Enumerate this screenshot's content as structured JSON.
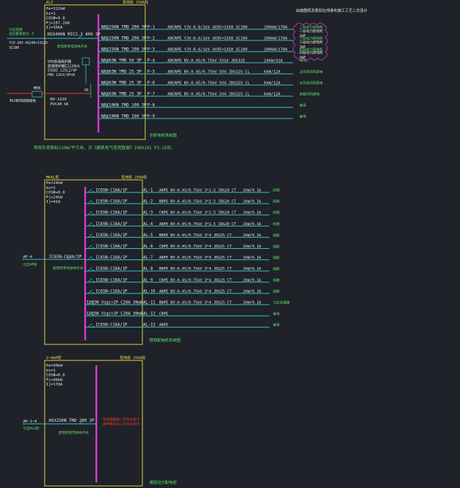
{
  "colors": {
    "background": "#1f2228",
    "frame": "#e6d84a",
    "line": "#33c6d6",
    "bus": "#e23ad2",
    "text_white": "#e8e8e8",
    "text_green": "#5be06a",
    "text_red": "#ff3a2a",
    "cloud": "#e23ad2"
  },
  "title_right": "由施图纸及家权在排录布施工工艺二次设计",
  "panel1": {
    "tag": "ALZ",
    "header_right": "配电柜 250A配",
    "params": [
      "Pe=312kW",
      "kx=1",
      "COSΦ=0.8",
      "Pj=187.2kW",
      "Ij=356A"
    ],
    "incoming_note": [
      "引自变配",
      "低压配电柜1L-3"
    ],
    "incoming_cable": [
      "YJV-1KV-4X240+1X120",
      "SC100"
    ],
    "main_breaker": "NSX400N MIC2.3 400 3P",
    "main_note": "配电柜受电进线开关",
    "spd": [
      "SPD浪涌保护器",
      "浪涌保护器I1120kA",
      "ISGBI 125L2/4P",
      "PRU 12kV/3P+N"
    ],
    "meb": "MEB",
    "grounding": "Φ12镀锌圆钢接地",
    "pe_cable": [
      "BV-1X35",
      "PVC40 WC"
    ],
    "pe_label": "PE",
    "branches": [
      {
        "breaker": "NSX250N TMD 200 3P",
        "circuit": "P-1",
        "cable": "ABCNPE YJV-0.6/1kV 4X95+1X50 SC100",
        "load": "100kW/170A",
        "note": "二层动力配电柜"
      },
      {
        "breaker": "NSX250N TMD 200 3P",
        "circuit": "P-2",
        "cable": "ABCNPE YJV-0.6/1kV 4X95+1X50 SC100",
        "load": "100kW/170A",
        "note": "三层动力配电柜"
      },
      {
        "breaker": "NSX250N TMD 200 3P",
        "circuit": "P-3",
        "cable": "ABCNPE YJV-0.6/1kV 4X95+1X50 SC100",
        "load": "100kW/170A",
        "note": "四层动力配电柜"
      },
      {
        "breaker": "NSX63N TMD 50 3P",
        "circuit": "P-4",
        "cable": "ABCNPE BV-0.45/0.75kV 5X16 JDG32E",
        "load": "24kW/41A",
        "note": "MKAL"
      },
      {
        "breaker": "NSX63N TMD 25 3P",
        "circuit": "P-5",
        "cable": "ABCNPE BV-0.45/0.75kV 5X4 JDG32S CL",
        "load": "6kW/12A",
        "note": "正压送风机配电"
      },
      {
        "breaker": "NSX63N TMD 25 3P",
        "circuit": "P-6",
        "cable": "ABCNPE BV-0.45/0.75kV 5X4 JDG32S CL",
        "load": "6kW/12A",
        "note": "正压送风机配电"
      },
      {
        "breaker": "NSX63N TMD 25 3P",
        "circuit": "P-7",
        "cable": "ABCNPE BV-0.45/0.75kV 5X4 JDG32S CL",
        "load": "6kW/12A",
        "note": "排烟风机配电"
      },
      {
        "breaker": "NSX100N TMD 100 3P",
        "circuit": "P-8",
        "cable": "",
        "load": "",
        "note": "备用"
      },
      {
        "breaker": "NSX100N TMD 100 3P",
        "circuit": "P-9",
        "cable": "",
        "load": "",
        "note": "备用"
      }
    ],
    "cloud_labels": [
      "二层动力配电柜",
      "2AP",
      "三层动力配电柜",
      "3AP",
      "四层动力配电柜",
      "4AP"
    ],
    "caption": "总配电柜系统图",
    "footnote": "用电负荷指标120W/平方米，详《建筑电气常用数据》19DX101 P3-19页。"
  },
  "panel2": {
    "tag": "MKAL柜",
    "header_right": "配电柜 250A配",
    "params": [
      "Pe=24kW",
      "kx=1",
      "COSΦ=0.8",
      "Pj=24kW",
      "Ij=41A"
    ],
    "incoming": "AP-4",
    "incoming_note": "引自AP柜",
    "main_breaker": "IC65N-C63A/3P",
    "main_note": "配电柜受电进线开关",
    "branches": [
      {
        "breaker": "IC65N-C16A/1P",
        "circuit": "AL-1",
        "cable": "ANPE BV-0.45/0.75kV 3*2.5 JDG20 CT",
        "load": "2kW/9.1A",
        "note": "照明"
      },
      {
        "breaker": "IC65N-C16A/1P",
        "circuit": "AL-2",
        "cable": "BNPE BV-0.45/0.75kV 3*2.5 JDG20 CT",
        "load": "2kW/9.1A",
        "note": "照明"
      },
      {
        "breaker": "IC65N-C16A/1P",
        "circuit": "AL-3",
        "cable": "CNPE BV-0.45/0.75kV 3*2.5 JDG20 CT",
        "load": "2kW/9.1A",
        "note": "照明"
      },
      {
        "breaker": "IC65N-C16A/1P",
        "circuit": "AL-4",
        "cable": "ANPE BV-0.45/0.75kV 3*2.5 JDG20 CT",
        "load": "2kW/9.1A",
        "note": "照明"
      },
      {
        "breaker": "IC65N-C16A/1P",
        "circuit": "AL-5",
        "cable": "BNPE BV-0.45/0.75kV 3*4 JDG25 CT",
        "load": "2kW/9.1A",
        "note": "插座"
      },
      {
        "breaker": "IC65N-C16A/1P",
        "circuit": "AL-6",
        "cable": "CNPE BV-0.45/0.75kV 3*4 JDG25 CT",
        "load": "2kW/9.1A",
        "note": "插座"
      },
      {
        "breaker": "IC65N-C16A/1P",
        "circuit": "AL-7",
        "cable": "ANPE BV-0.45/0.75kV 3*4 JDG25 CT",
        "load": "2kW/9.1A",
        "note": "插座"
      },
      {
        "breaker": "IC65N-C16A/1P",
        "circuit": "AL-8",
        "cable": "BNPE BV-0.45/0.75kV 3*4 JDG25 CT",
        "load": "2kW/9.1A",
        "note": "插座"
      },
      {
        "breaker": "IC65N-C16A/1P",
        "circuit": "AL-9",
        "cable": "CNPE BV-0.45/0.75kV 3*4 JDG25 CT",
        "load": "2kW/9.1A",
        "note": "插座"
      },
      {
        "breaker": "IC65N-C16A/1P",
        "circuit": "AL-10",
        "cable": "ANPE BV-0.45/0.75kV 3*4 JDG25 CT",
        "load": "2kW/9.1A",
        "note": "插座"
      },
      {
        "breaker": "IC65N Vigi+2P C20A 30mA",
        "circuit": "AL-11",
        "cable": "BNPE BV-0.45/0.75kV 3*4 JDG25 CT",
        "load": "2kW/9.1A",
        "note": "卫生间插座"
      },
      {
        "breaker": "IC65N Vigi+2P C20A 30mA",
        "circuit": "AL-12",
        "cable": "CNPE",
        "load": "",
        "note": "备用"
      },
      {
        "breaker": "IC65N-C16A/1P",
        "circuit": "AL-13",
        "cable": "ANPE",
        "load": "",
        "note": "备用"
      }
    ],
    "caption": "照明配电柜系统图"
  },
  "panel3": {
    "tag": "2~4AP柜",
    "header_right": "配电柜 250A配",
    "params": [
      "Pe=90kW",
      "kx=1",
      "COSΦ=0.8",
      "Pj=90kW",
      "Ij=170A"
    ],
    "incoming": "AP-1~4",
    "incoming_note": "引自ALZ柜",
    "main_breaker": "NSX250N TMD 200 3P",
    "main_note": "配电柜受电进线开关",
    "red_note": [
      "出线回路由二次深化设计",
      "具体做法由二次深化设计"
    ],
    "caption": "楼层动力配电柜"
  }
}
